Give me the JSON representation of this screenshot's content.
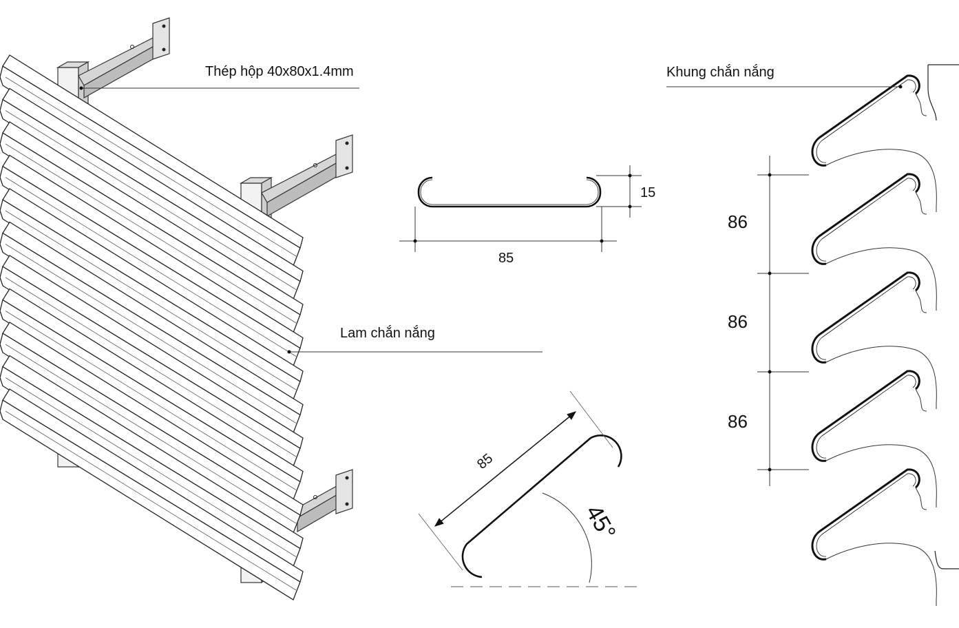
{
  "labels": {
    "steel_box": "Thép hộp 40x80x1.4mm",
    "frame": "Khung chắn nắng",
    "louver": "Lam chắn nắng"
  },
  "profile_section": {
    "width": "85",
    "height": "15"
  },
  "rotated_section": {
    "length": "85",
    "angle": "45°"
  },
  "spacing": [
    "86",
    "86",
    "86"
  ]
}
